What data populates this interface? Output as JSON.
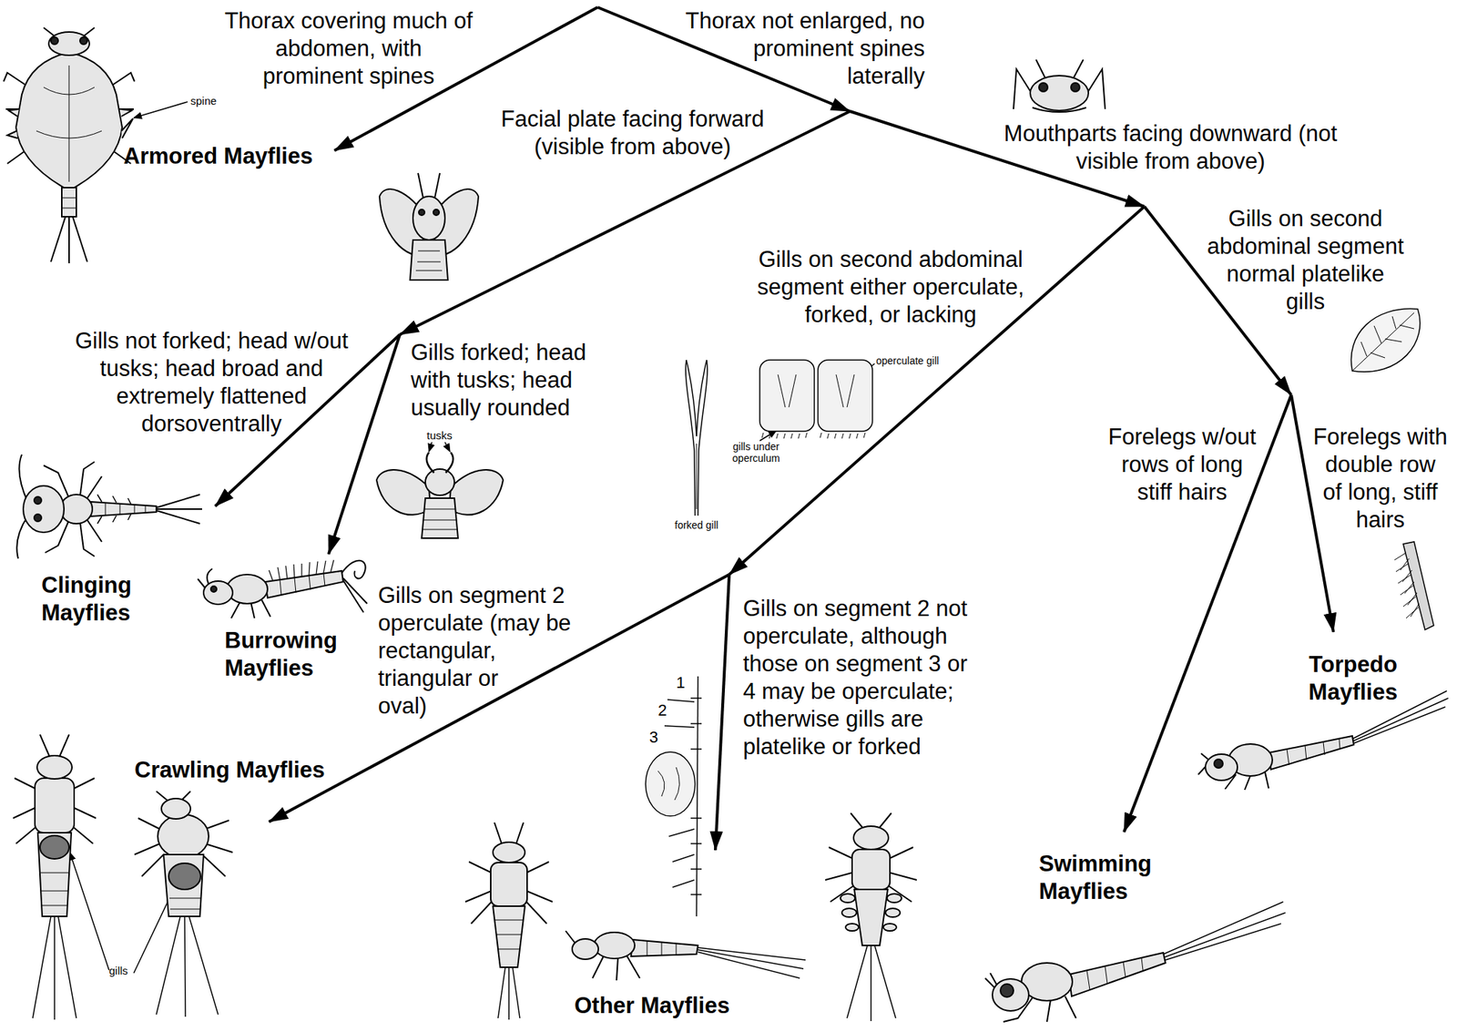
{
  "diagram": {
    "labels": [
      "Thorax covering much of abdomen, with prominent spines",
      "Thorax not enlarged, no prominent spines laterally",
      "spine",
      "Armored Mayflies",
      "Facial plate facing forward (visible from above)",
      "Mouthparts facing downward (not visible from above)",
      "Gills on second abdominal segment normal platelike gills",
      "Gills on second abdominal segment either operculate, forked, or lacking",
      "Gills not forked; head w/out tusks; head broad and extremely flattened dorsoventrally",
      "Gills forked; head with tusks; head usually rounded",
      "operculate gill",
      "tusks",
      "gills under operculum",
      "Forelegs w/out rows of long stiff hairs",
      "Forelegs with double row of long, stiff hairs",
      "forked gill",
      "Clinging Mayflies",
      "Gills on segment 2 operculate (may be rectangular, triangular or oval)",
      "Gills on segment 2 not operculate, although those on segment 3 or 4 may be operculate; otherwise gills are platelike or forked",
      "1",
      "2",
      "3",
      "Burrowing Mayflies",
      "Torpedo Mayflies",
      "Crawling Mayflies",
      "Swimming Mayflies",
      "gills",
      "Other Mayflies"
    ]
  }
}
